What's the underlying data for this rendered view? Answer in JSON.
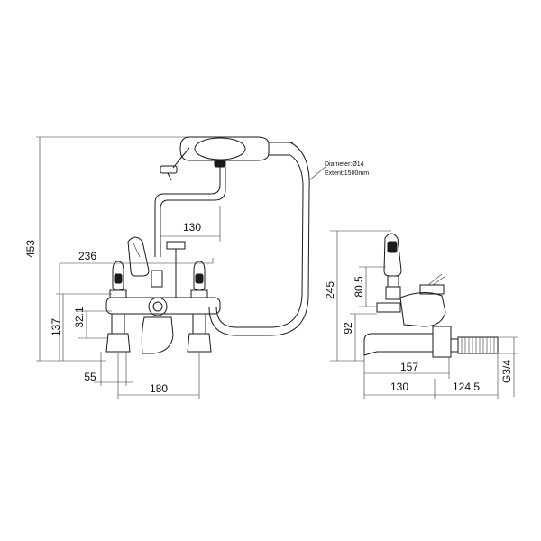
{
  "annotation": {
    "hose_diameter": "Diameter:Ø14",
    "hose_extent": "Extent:1500mm"
  },
  "dimensions": {
    "overall_height": "453",
    "handset_offset": "130",
    "centres_outer": "236",
    "base_height": "137",
    "inlet_height": "32.1",
    "inlet_width": "55",
    "centres": "180",
    "side_height": "245",
    "lever_height": "80.5",
    "spout_height": "92",
    "spout_projection": "157",
    "body_depth": "130",
    "tail_length": "124.5",
    "thread": "G3/4"
  }
}
